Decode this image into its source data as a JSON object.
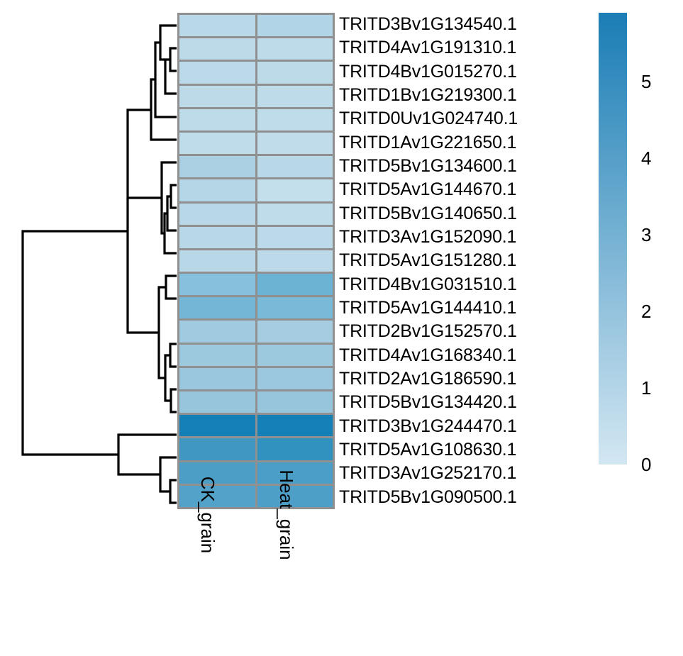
{
  "chart_data": {
    "type": "heatmap",
    "title": "",
    "xlabel": "",
    "ylabel": "",
    "grid": false,
    "legend_position": "right",
    "columns": [
      "CK_grain",
      "Heat_grain"
    ],
    "rows": [
      "TRITD3Bv1G134540.1",
      "TRITD4Av1G191310.1",
      "TRITD4Bv1G015270.1",
      "TRITD1Bv1G219300.1",
      "TRITD0Uv1G024740.1",
      "TRITD1Av1G221650.1",
      "TRITD5Bv1G134600.1",
      "TRITD5Av1G144670.1",
      "TRITD5Bv1G140650.1",
      "TRITD3Av1G152090.1",
      "TRITD5Av1G151280.1",
      "TRITD4Bv1G031510.1",
      "TRITD5Av1G144410.1",
      "TRITD2Bv1G152570.1",
      "TRITD4Av1G168340.1",
      "TRITD2Av1G186590.1",
      "TRITD5Bv1G134420.1",
      "TRITD3Bv1G244470.1",
      "TRITD5Av1G108630.1",
      "TRITD3Av1G252170.1",
      "TRITD5Bv1G090500.1"
    ],
    "values": [
      [
        1.05,
        1.25
      ],
      [
        0.95,
        0.9
      ],
      [
        0.98,
        0.92
      ],
      [
        0.95,
        0.9
      ],
      [
        0.92,
        0.88
      ],
      [
        0.9,
        0.85
      ],
      [
        1.35,
        1.05
      ],
      [
        1.1,
        0.75
      ],
      [
        1.05,
        0.85
      ],
      [
        1.05,
        1.0
      ],
      [
        1.05,
        1.0
      ],
      [
        2.05,
        2.55
      ],
      [
        2.45,
        2.3
      ],
      [
        1.55,
        1.45
      ],
      [
        1.6,
        1.6
      ],
      [
        1.7,
        1.65
      ],
      [
        1.8,
        1.75
      ],
      [
        5.05,
        5.2
      ],
      [
        3.4,
        3.75
      ],
      [
        3.0,
        2.95
      ],
      [
        2.85,
        2.9
      ]
    ],
    "colorbar": {
      "ticks": [
        0,
        1,
        2,
        3,
        4,
        5
      ],
      "vmin": 0,
      "vmax": 5.9,
      "low_color": "#d3e7f2",
      "high_color": "#1a7db5"
    },
    "cell_colors": [
      [
        "#b9d8e8",
        "#b1d4e7"
      ],
      [
        "#bddae9",
        "#bedbea"
      ],
      [
        "#bcd9e9",
        "#bddae9"
      ],
      [
        "#bddae9",
        "#bedbea"
      ],
      [
        "#bedbea",
        "#bfdcea"
      ],
      [
        "#bfdcea",
        "#c0dceb"
      ],
      [
        "#abcfe3",
        "#b8d8e8"
      ],
      [
        "#b5d6e6",
        "#c4dfec"
      ],
      [
        "#b8d8e8",
        "#bfdcea"
      ],
      [
        "#b8d7e7",
        "#bbd9e9"
      ],
      [
        "#b8d7e7",
        "#bbd9e9"
      ],
      [
        "#86c0dc",
        "#6cb2d3"
      ],
      [
        "#74b6d6",
        "#7abad8"
      ],
      [
        "#a0cadf",
        "#a5cce1"
      ],
      [
        "#9dc9df",
        "#9dc9df"
      ],
      [
        "#9ac7dd",
        "#9bc8de"
      ],
      [
        "#96c5dc",
        "#97c5dc"
      ],
      [
        "#1580b7",
        "#1580b7"
      ],
      [
        "#3f97c2",
        "#3292bf"
      ],
      [
        "#4c9ec7",
        "#4b9ec7"
      ],
      [
        "#53a2c9",
        "#4e9fc8"
      ]
    ],
    "dendrogram": {
      "orientation": "left",
      "description": "hierarchical row clustering tree"
    }
  }
}
